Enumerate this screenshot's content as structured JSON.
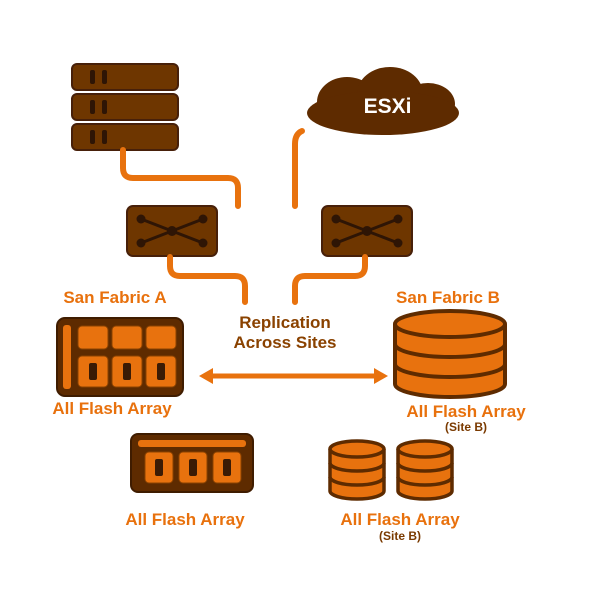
{
  "colors": {
    "orange": "#E8720E",
    "dark_brown": "#6E3600",
    "deep_brown": "#3F1C00",
    "cloud_brown": "#5E2B00",
    "label_orange": "#E8710D",
    "annotation_brown": "#8A4200",
    "esxi_text": "#FFFFFF",
    "background": "#FFFFFF"
  },
  "nodes": {
    "server_stack": {
      "icon": "server-stack-icon"
    },
    "esxi_cloud": {
      "icon": "cloud-icon",
      "label": "ESXi"
    },
    "switch_a": {
      "icon": "san-switch-icon"
    },
    "switch_b": {
      "icon": "san-switch-icon"
    },
    "fabric_a": {
      "label": "San Fabric A"
    },
    "fabric_b": {
      "label": "San Fabric B"
    },
    "flash_array_a_top": {
      "icon": "flash-array-icon",
      "label": "All Flash Array"
    },
    "disk_array_b_top": {
      "icon": "disk-cylinder-icon",
      "label": "All Flash Array",
      "sublabel": "(Site B)"
    },
    "flash_array_a_bottom": {
      "icon": "flash-array-icon",
      "label": "All Flash Array"
    },
    "disk_array_b_bottom": {
      "icon": "disk-cylinder-pair-icon",
      "label": "All Flash Array",
      "sublabel": "(Site B)"
    }
  },
  "annotations": {
    "replication": {
      "line1": "Replication",
      "line2": "Across Sites",
      "arrow": "double-headed"
    }
  }
}
